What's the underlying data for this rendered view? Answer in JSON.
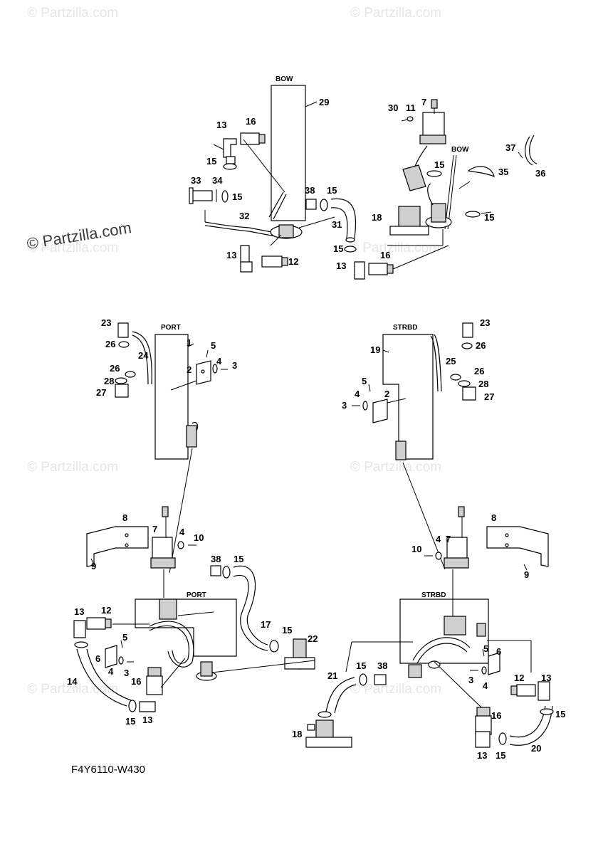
{
  "watermarks": {
    "text": "© Partzilla.com",
    "main": "© Partzilla.com"
  },
  "diagram_code": "F4Y6110-W430",
  "section_labels": {
    "bow": "BOW",
    "port": "PORT",
    "strbd": "STRBD"
  },
  "callouts": {
    "top_left": [
      "29",
      "13",
      "16",
      "15",
      "33",
      "34",
      "15",
      "38",
      "15",
      "32",
      "31",
      "15",
      "13",
      "12"
    ],
    "top_right": [
      "30",
      "11",
      "7",
      "15",
      "35",
      "37",
      "36",
      "18",
      "15",
      "16",
      "13"
    ],
    "mid_left": [
      "23",
      "1",
      "26",
      "24",
      "5",
      "4",
      "3",
      "2",
      "26",
      "28",
      "27"
    ],
    "mid_right": [
      "23",
      "19",
      "26",
      "25",
      "26",
      "28",
      "27",
      "5",
      "4",
      "3",
      "2"
    ],
    "bottom_left": [
      "8",
      "7",
      "4",
      "10",
      "9",
      "38",
      "15",
      "13",
      "12",
      "17",
      "15",
      "22",
      "5",
      "6",
      "4",
      "3",
      "14",
      "16",
      "15",
      "13"
    ],
    "bottom_right": [
      "8",
      "7",
      "4",
      "10",
      "9",
      "5",
      "6",
      "21",
      "15",
      "38",
      "3",
      "4",
      "12",
      "13",
      "15",
      "16",
      "18",
      "13",
      "15",
      "20"
    ]
  }
}
